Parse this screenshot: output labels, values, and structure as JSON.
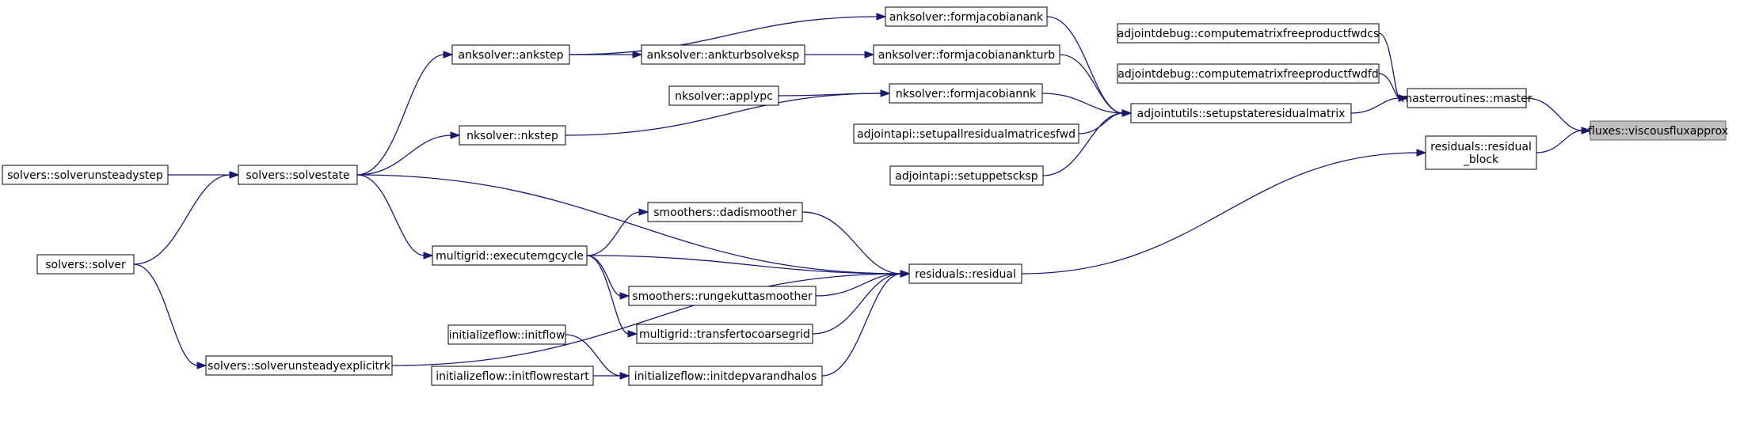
{
  "nodes": {
    "viscousfluxapprox": {
      "label": [
        "fluxes::viscousfluxapprox"
      ],
      "current": true
    },
    "master": {
      "label": [
        "masterroutines::master"
      ]
    },
    "residual_block": {
      "label": [
        "residuals::residual",
        "_block"
      ]
    },
    "cmfp_fwdcs": {
      "label": [
        "adjointdebug::computematrixfreeproductfwdcs"
      ]
    },
    "cmfp_fwdfd": {
      "label": [
        "adjointdebug::computematrixfreeproductfwdfd"
      ]
    },
    "setupstateresidualmatrix": {
      "label": [
        "adjointutils::setupstateresidualmatrix"
      ]
    },
    "formjacobiananank": {
      "label": [
        "anksolver::formjacobianank"
      ]
    },
    "formjacobianankturb": {
      "label": [
        "anksolver::formjacobianankturb"
      ]
    },
    "formjacobiannk": {
      "label": [
        "nksolver::formjacobiannk"
      ]
    },
    "setupallresidualmatricesfwd": {
      "label": [
        "adjointapi::setupallresidualmatricesfwd"
      ]
    },
    "setuppetscksp": {
      "label": [
        "adjointapi::setuppetscksp"
      ]
    },
    "ankstep": {
      "label": [
        "anksolver::ankstep"
      ]
    },
    "ankturbsolveksp": {
      "label": [
        "anksolver::ankturbsolveksp"
      ]
    },
    "applypc": {
      "label": [
        "nksolver::applypc"
      ]
    },
    "nkstep": {
      "label": [
        "nksolver::nkstep"
      ]
    },
    "solvestate": {
      "label": [
        "solvers::solvestate"
      ]
    },
    "solverunsteadystep": {
      "label": [
        "solvers::solverunsteadystep"
      ]
    },
    "solver": {
      "label": [
        "solvers::solver"
      ]
    },
    "residual": {
      "label": [
        "residuals::residual"
      ]
    },
    "dadismoother": {
      "label": [
        "smoothers::dadismoother"
      ]
    },
    "executemgcycle": {
      "label": [
        "multigrid::executemgcycle"
      ]
    },
    "rungekuttasmoother": {
      "label": [
        "smoothers::rungekuttasmoother"
      ]
    },
    "transfertocoarsegrid": {
      "label": [
        "multigrid::transfertocoarsegrid"
      ]
    },
    "initflow": {
      "label": [
        "initializeflow::initflow"
      ]
    },
    "initflowrestart": {
      "label": [
        "initializeflow::initflowrestart"
      ]
    },
    "initdepvarandhalos": {
      "label": [
        "initializeflow::initdepvarandhalos"
      ]
    },
    "solverunsteadyexplicitrk": {
      "label": [
        "solvers::solverunsteadyexplicitrk"
      ]
    }
  },
  "edges": [
    {
      "from": "master",
      "to": "viscousfluxapprox"
    },
    {
      "from": "residual_block",
      "to": "viscousfluxapprox"
    },
    {
      "from": "cmfp_fwdcs",
      "to": "master"
    },
    {
      "from": "cmfp_fwdfd",
      "to": "master"
    },
    {
      "from": "setupstateresidualmatrix",
      "to": "master"
    },
    {
      "from": "formjacobiananank",
      "to": "setupstateresidualmatrix"
    },
    {
      "from": "formjacobianankturb",
      "to": "setupstateresidualmatrix"
    },
    {
      "from": "formjacobiannk",
      "to": "setupstateresidualmatrix"
    },
    {
      "from": "setupallresidualmatricesfwd",
      "to": "setupstateresidualmatrix"
    },
    {
      "from": "setuppetscksp",
      "to": "setupstateresidualmatrix"
    },
    {
      "from": "residual",
      "to": "residual_block"
    },
    {
      "from": "ankstep",
      "to": "formjacobiananank"
    },
    {
      "from": "ankturbsolveksp",
      "to": "formjacobianankturb"
    },
    {
      "from": "applypc",
      "to": "formjacobiannk"
    },
    {
      "from": "nkstep",
      "to": "formjacobiannk"
    },
    {
      "from": "ankstep",
      "to": "ankturbsolveksp"
    },
    {
      "from": "solvestate",
      "to": "ankstep"
    },
    {
      "from": "solvestate",
      "to": "nkstep"
    },
    {
      "from": "solverunsteadystep",
      "to": "solvestate"
    },
    {
      "from": "solver",
      "to": "solvestate"
    },
    {
      "from": "solvestate",
      "to": "residual"
    },
    {
      "from": "solvestate",
      "to": "executemgcycle"
    },
    {
      "from": "executemgcycle",
      "to": "dadismoother"
    },
    {
      "from": "executemgcycle",
      "to": "residual"
    },
    {
      "from": "executemgcycle",
      "to": "rungekuttasmoother"
    },
    {
      "from": "executemgcycle",
      "to": "transfertocoarsegrid"
    },
    {
      "from": "dadismoother",
      "to": "residual"
    },
    {
      "from": "rungekuttasmoother",
      "to": "residual"
    },
    {
      "from": "transfertocoarsegrid",
      "to": "residual"
    },
    {
      "from": "initdepvarandhalos",
      "to": "residual"
    },
    {
      "from": "solverunsteadyexplicitrk",
      "to": "residual"
    },
    {
      "from": "initflow",
      "to": "initdepvarandhalos"
    },
    {
      "from": "initflowrestart",
      "to": "initdepvarandhalos"
    },
    {
      "from": "solver",
      "to": "solverunsteadyexplicitrk"
    }
  ]
}
